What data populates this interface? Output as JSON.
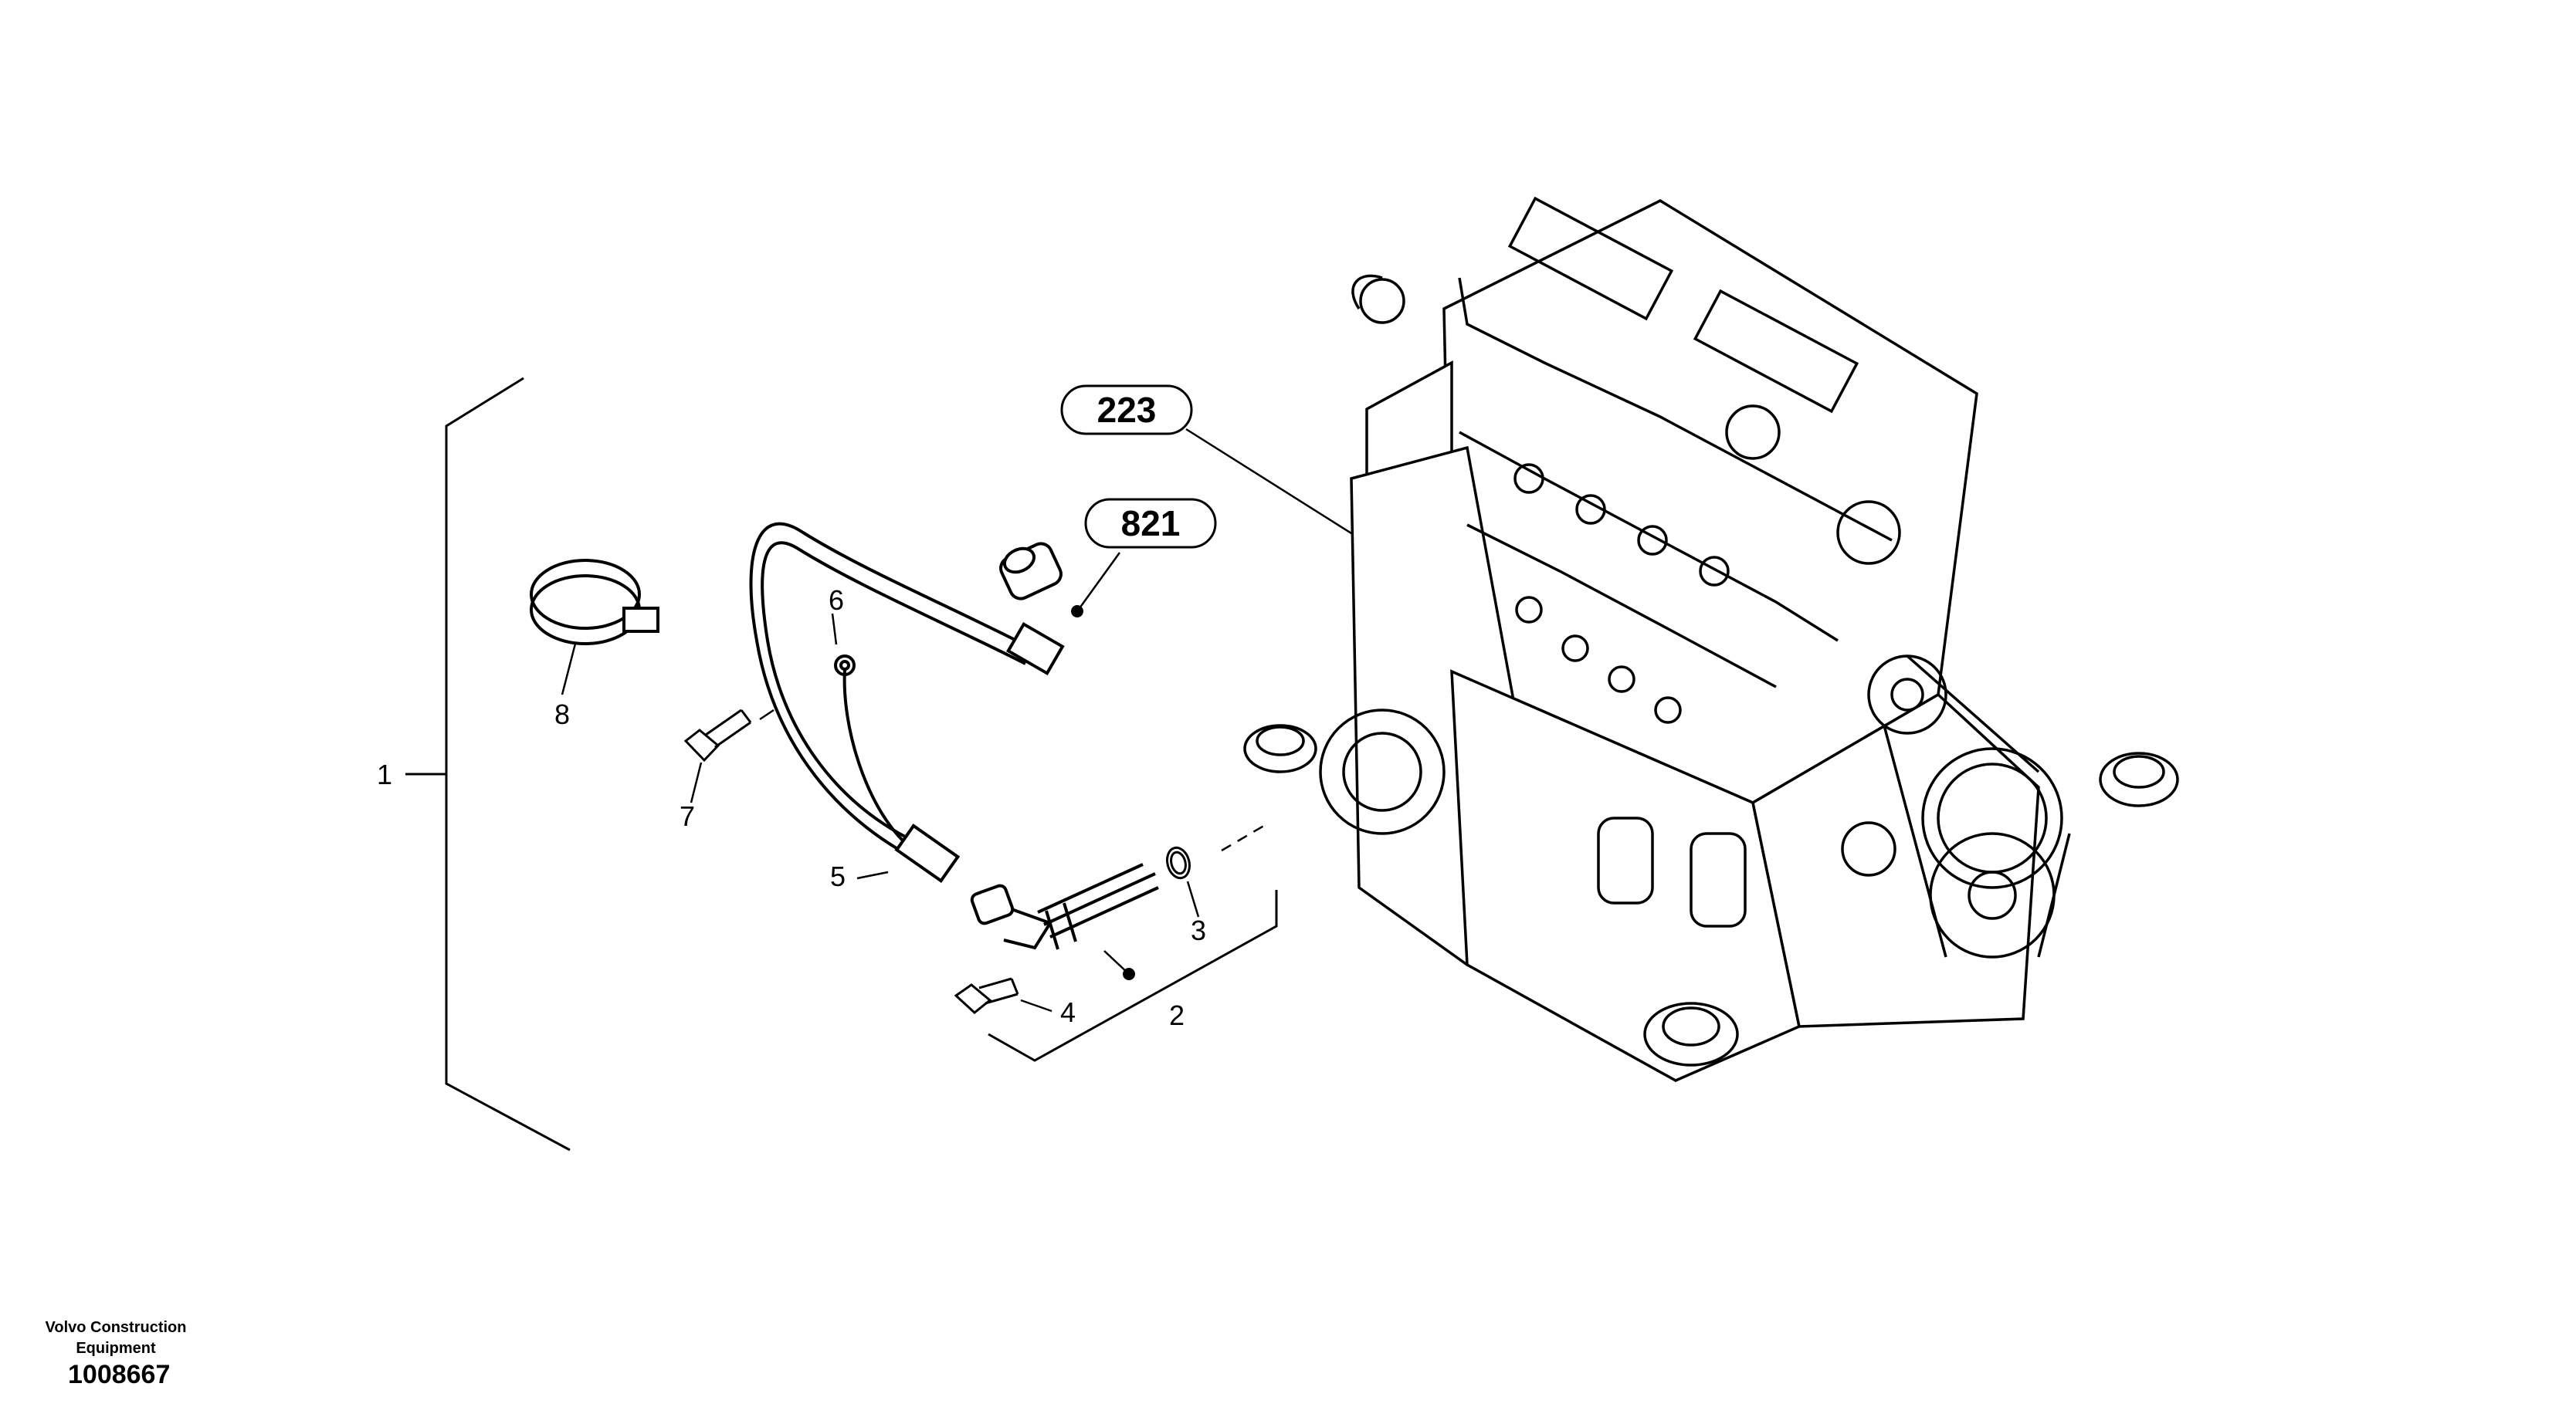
{
  "reference_bubbles": [
    "223",
    "821"
  ],
  "callouts": [
    "1",
    "2",
    "3",
    "4",
    "5",
    "6",
    "7",
    "8"
  ],
  "footer": {
    "company_line1": "Volvo Construction",
    "company_line2": "Equipment",
    "drawing_id": "1008667"
  }
}
